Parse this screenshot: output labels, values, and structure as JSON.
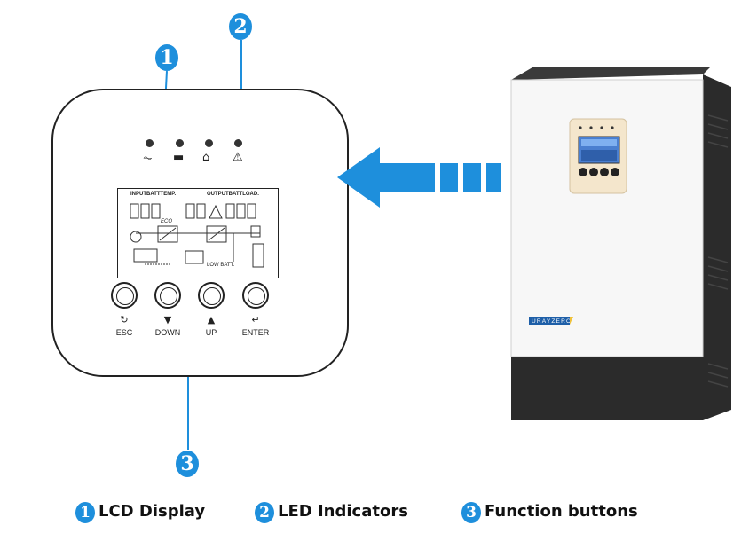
{
  "callouts": {
    "c1": "1",
    "c2": "2",
    "c3": "3"
  },
  "panel": {
    "led_symbols": [
      "⏦",
      "▬",
      "⌂",
      "⚠"
    ],
    "lcd": {
      "top_left": "INPUTBATTTEMP.",
      "top_right": "OUTPUTBATTLOAD.",
      "eco": "ECO",
      "low_batt": "LOW BATT."
    },
    "buttons": [
      {
        "symbol": "↻",
        "label": "ESC"
      },
      {
        "symbol": "▼",
        "label": "DOWN"
      },
      {
        "symbol": "▲",
        "label": "UP"
      },
      {
        "symbol": "↵",
        "label": "ENTER"
      }
    ]
  },
  "device": {
    "brand": "URAYZERO"
  },
  "legend": [
    {
      "num": "1",
      "text": "LCD Display"
    },
    {
      "num": "2",
      "text": "LED Indicators"
    },
    {
      "num": "3",
      "text": "Function buttons"
    }
  ],
  "colors": {
    "accent": "#1e8fdc",
    "device_dark": "#2b2b2b",
    "device_body": "#f7f7f7",
    "faceplate": "#f4e6cc"
  }
}
